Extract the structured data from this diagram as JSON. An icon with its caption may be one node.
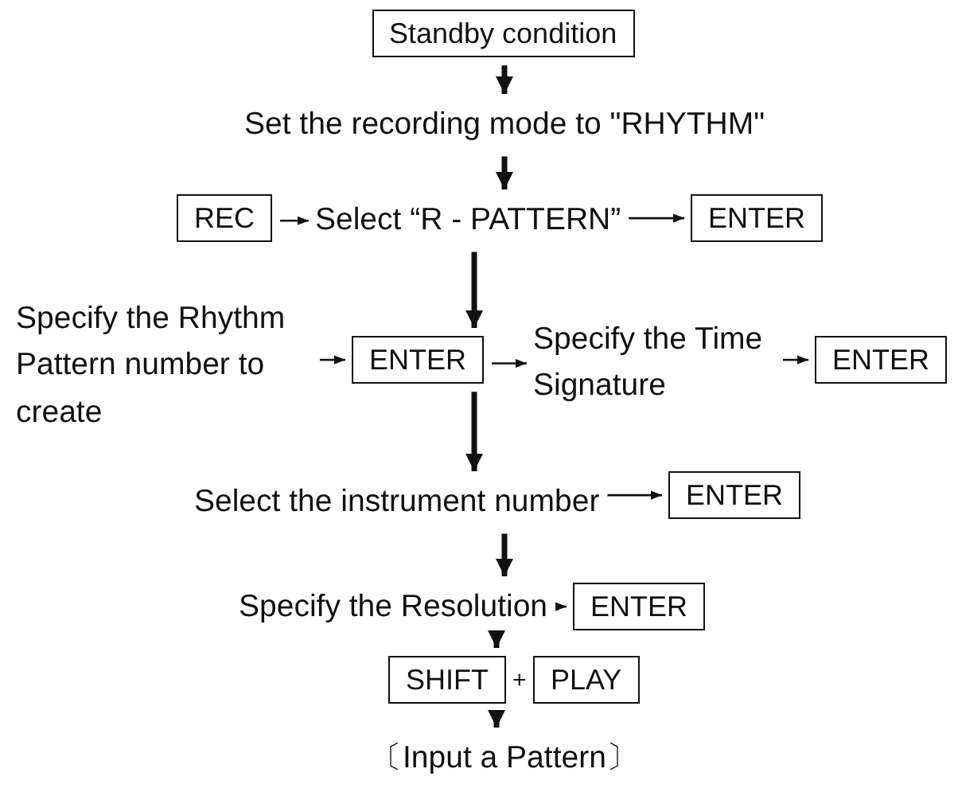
{
  "diagram": {
    "nodes": [
      {
        "text": [
          "Standby condition"
        ]
      },
      {
        "text": [
          "Set the recording mode to \"RHYTHM\""
        ]
      },
      {
        "text": [
          "REC"
        ]
      },
      {
        "text": [
          "Select “R - PATTERN”"
        ]
      },
      {
        "text": [
          "ENTER"
        ]
      },
      {
        "text": [
          "Specify the Rhythm Pattern number to create"
        ]
      },
      {
        "text": [
          "ENTER"
        ]
      },
      {
        "text": [
          "Specify the Time Signature"
        ]
      },
      {
        "text": [
          "ENTER"
        ]
      },
      {
        "text": [
          "Select the instrument number"
        ]
      },
      {
        "text": [
          "ENTER"
        ]
      },
      {
        "text": [
          "Specify the Resolution"
        ]
      },
      {
        "text": [
          "ENTER"
        ]
      },
      {
        "text": [
          "SHIFT"
        ]
      },
      {
        "text": [
          "PLAY"
        ]
      },
      {
        "text": [
          "〔Input a Pattern〕"
        ]
      }
    ],
    "edges": [
      {
        "from": 0,
        "to": 1,
        "arrow": "to",
        "style": "thick"
      },
      {
        "from": 1,
        "to": 3,
        "arrow": "to",
        "style": "thick"
      },
      {
        "from": 2,
        "to": 3,
        "arrow": "to"
      },
      {
        "from": 3,
        "to": 4,
        "arrow": "to"
      },
      {
        "from": 3,
        "to": 6,
        "arrow": "to",
        "style": "thick"
      },
      {
        "from": 5,
        "to": 6,
        "arrow": "to"
      },
      {
        "from": 6,
        "to": 7,
        "arrow": "to"
      },
      {
        "from": 7,
        "to": 8,
        "arrow": "to"
      },
      {
        "from": 6,
        "to": 9,
        "arrow": "to",
        "style": "thick"
      },
      {
        "from": 9,
        "to": 10,
        "arrow": "to"
      },
      {
        "from": 9,
        "to": 11,
        "arrow": "to",
        "style": "thick"
      },
      {
        "from": 11,
        "to": 12,
        "arrow": "to"
      },
      {
        "from": 11,
        "to": 13,
        "arrow": "to",
        "style": "thick"
      },
      {
        "from": 13,
        "to": 15,
        "arrow": "to",
        "style": "thick"
      }
    ],
    "labels": [
      "+"
    ]
  }
}
